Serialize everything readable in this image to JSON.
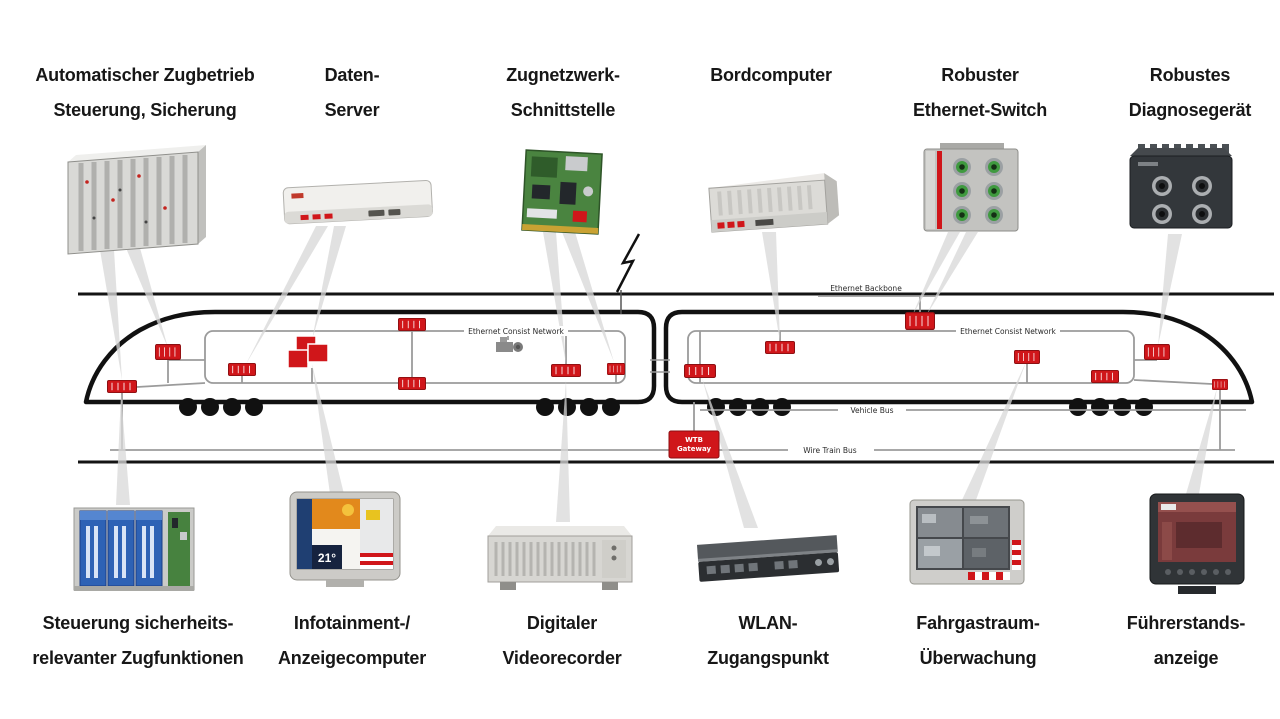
{
  "top_labels": [
    {
      "lines": [
        "Automatischer Zugbetrieb",
        "Steuerung, Sicherung"
      ]
    },
    {
      "lines": [
        "Daten-",
        "Server"
      ]
    },
    {
      "lines": [
        "Zugnetzwerk-",
        "Schnittstelle"
      ]
    },
    {
      "lines": [
        "Bordcomputer",
        ""
      ]
    },
    {
      "lines": [
        "Robuster",
        "Ethernet-Switch"
      ]
    },
    {
      "lines": [
        "Robustes",
        "Diagnosegerät"
      ]
    }
  ],
  "bottom_labels": [
    {
      "lines": [
        "Steuerung sicherheits-",
        "relevanter Zugfunktionen"
      ]
    },
    {
      "lines": [
        "Infotainment-/",
        "Anzeigecomputer"
      ]
    },
    {
      "lines": [
        "Digitaler",
        "Videorecorder"
      ]
    },
    {
      "lines": [
        "WLAN-",
        "Zugangspunkt"
      ]
    },
    {
      "lines": [
        "Fahrgastraum-",
        "Überwachung"
      ]
    },
    {
      "lines": [
        "Führerstands-",
        "anzeige"
      ]
    }
  ],
  "network": {
    "ecn_left": "Ethernet Consist Network",
    "ecn_right": "Ethernet Consist Network",
    "backbone": "Ethernet Backbone",
    "vehicle_bus": "Vehicle Bus",
    "wire_train_bus": "Wire Train Bus",
    "gateway_line1": "WTB",
    "gateway_line2": "Gateway"
  },
  "screens": {
    "infotainment_temperature": "21°"
  },
  "colors": {
    "node_red": "#d0161a",
    "rail_black": "#141414",
    "loop_gray": "#9b9b9b",
    "beam_gray": "#d8d8d8"
  }
}
